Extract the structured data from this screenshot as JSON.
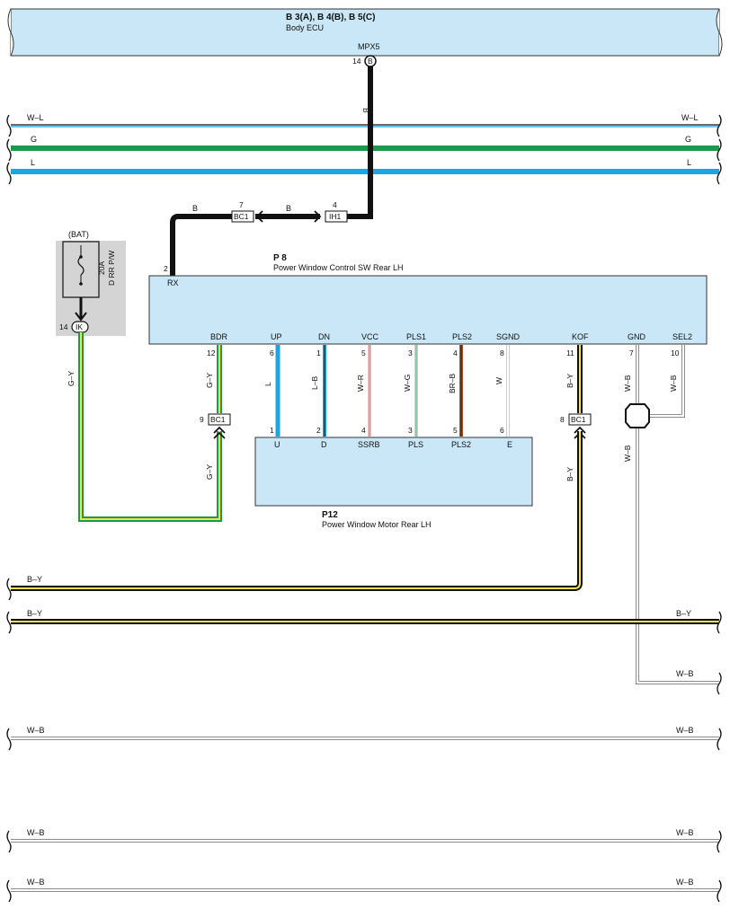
{
  "ecu": {
    "codes": "B 3(A), B 4(B), B 5(C)",
    "name": "Body ECU",
    "terminal": "MPX5",
    "pin": "14",
    "pin_letter": "B",
    "wire": "B"
  },
  "bus": {
    "wl_left": "W–L",
    "wl_right": "W–L",
    "g_left": "G",
    "g_right": "G",
    "l_left": "L",
    "l_right": "L"
  },
  "connectors": {
    "bc1_a": {
      "label": "BC1",
      "pin": "7"
    },
    "ih1": {
      "label": "IH1",
      "pin": "4"
    },
    "bc1_b": {
      "label": "BC1",
      "pin": "9"
    },
    "bc1_c": {
      "label": "BC1",
      "pin": "8"
    },
    "ik": {
      "label": "IK",
      "pin": "14"
    }
  },
  "wires": {
    "rx_b1": "B",
    "rx_b2": "B",
    "ik_gy": "G–Y",
    "bdr_gy_top": "G–Y",
    "bdr_gy_bottom": "G–Y",
    "up": "L",
    "dn": "L–B",
    "vcc": "W–R",
    "pls1": "W–G",
    "pls2": "BR–B",
    "sgnd": "W",
    "kof_top": "B–Y",
    "kof_bottom": "B–Y",
    "gnd": "W–B",
    "sel2": "W–B",
    "gnd_down": "W–B"
  },
  "fuse": {
    "source": "(BAT)",
    "rating": "20A",
    "name": "D RR P/W"
  },
  "switch": {
    "code": "P 8",
    "name": "Power Window Control SW Rear LH",
    "rx_pin": "2",
    "rx_label": "RX",
    "terminals": [
      {
        "name": "BDR",
        "pin": "12"
      },
      {
        "name": "UP",
        "pin": "6"
      },
      {
        "name": "DN",
        "pin": "1"
      },
      {
        "name": "VCC",
        "pin": "5"
      },
      {
        "name": "PLS1",
        "pin": "3"
      },
      {
        "name": "PLS2",
        "pin": "4"
      },
      {
        "name": "SGND",
        "pin": "8"
      },
      {
        "name": "KOF",
        "pin": "11"
      },
      {
        "name": "GND",
        "pin": "7"
      },
      {
        "name": "SEL2",
        "pin": "10"
      }
    ]
  },
  "motor": {
    "code": "P12",
    "name": "Power Window Motor Rear LH",
    "terminals": [
      {
        "name": "U",
        "pin": "1"
      },
      {
        "name": "D",
        "pin": "2"
      },
      {
        "name": "SSRB",
        "pin": "4"
      },
      {
        "name": "PLS",
        "pin": "3"
      },
      {
        "name": "PLS2",
        "pin": "5"
      },
      {
        "name": "E",
        "pin": "6"
      }
    ]
  },
  "bottom": {
    "by1_left": "B–Y",
    "by2_left": "B–Y",
    "by2_right": "B–Y",
    "wb_gnd_right": "W–B",
    "wb1_left": "W–B",
    "wb1_right": "W–B",
    "wb2_left": "W–B",
    "wb2_right": "W–B",
    "wb3_left": "W–B",
    "wb3_right": "W–B"
  },
  "colors": {
    "box_fill": "#c9e7f6",
    "black": "#111111",
    "green": "#1a9a4a",
    "blue": "#1ba5e6",
    "yellow": "#f3e24a",
    "red": "#d9323a",
    "brown": "#9b5a2e",
    "white_wire": "#ffffff",
    "grey_panel": "#d4d4d4"
  }
}
